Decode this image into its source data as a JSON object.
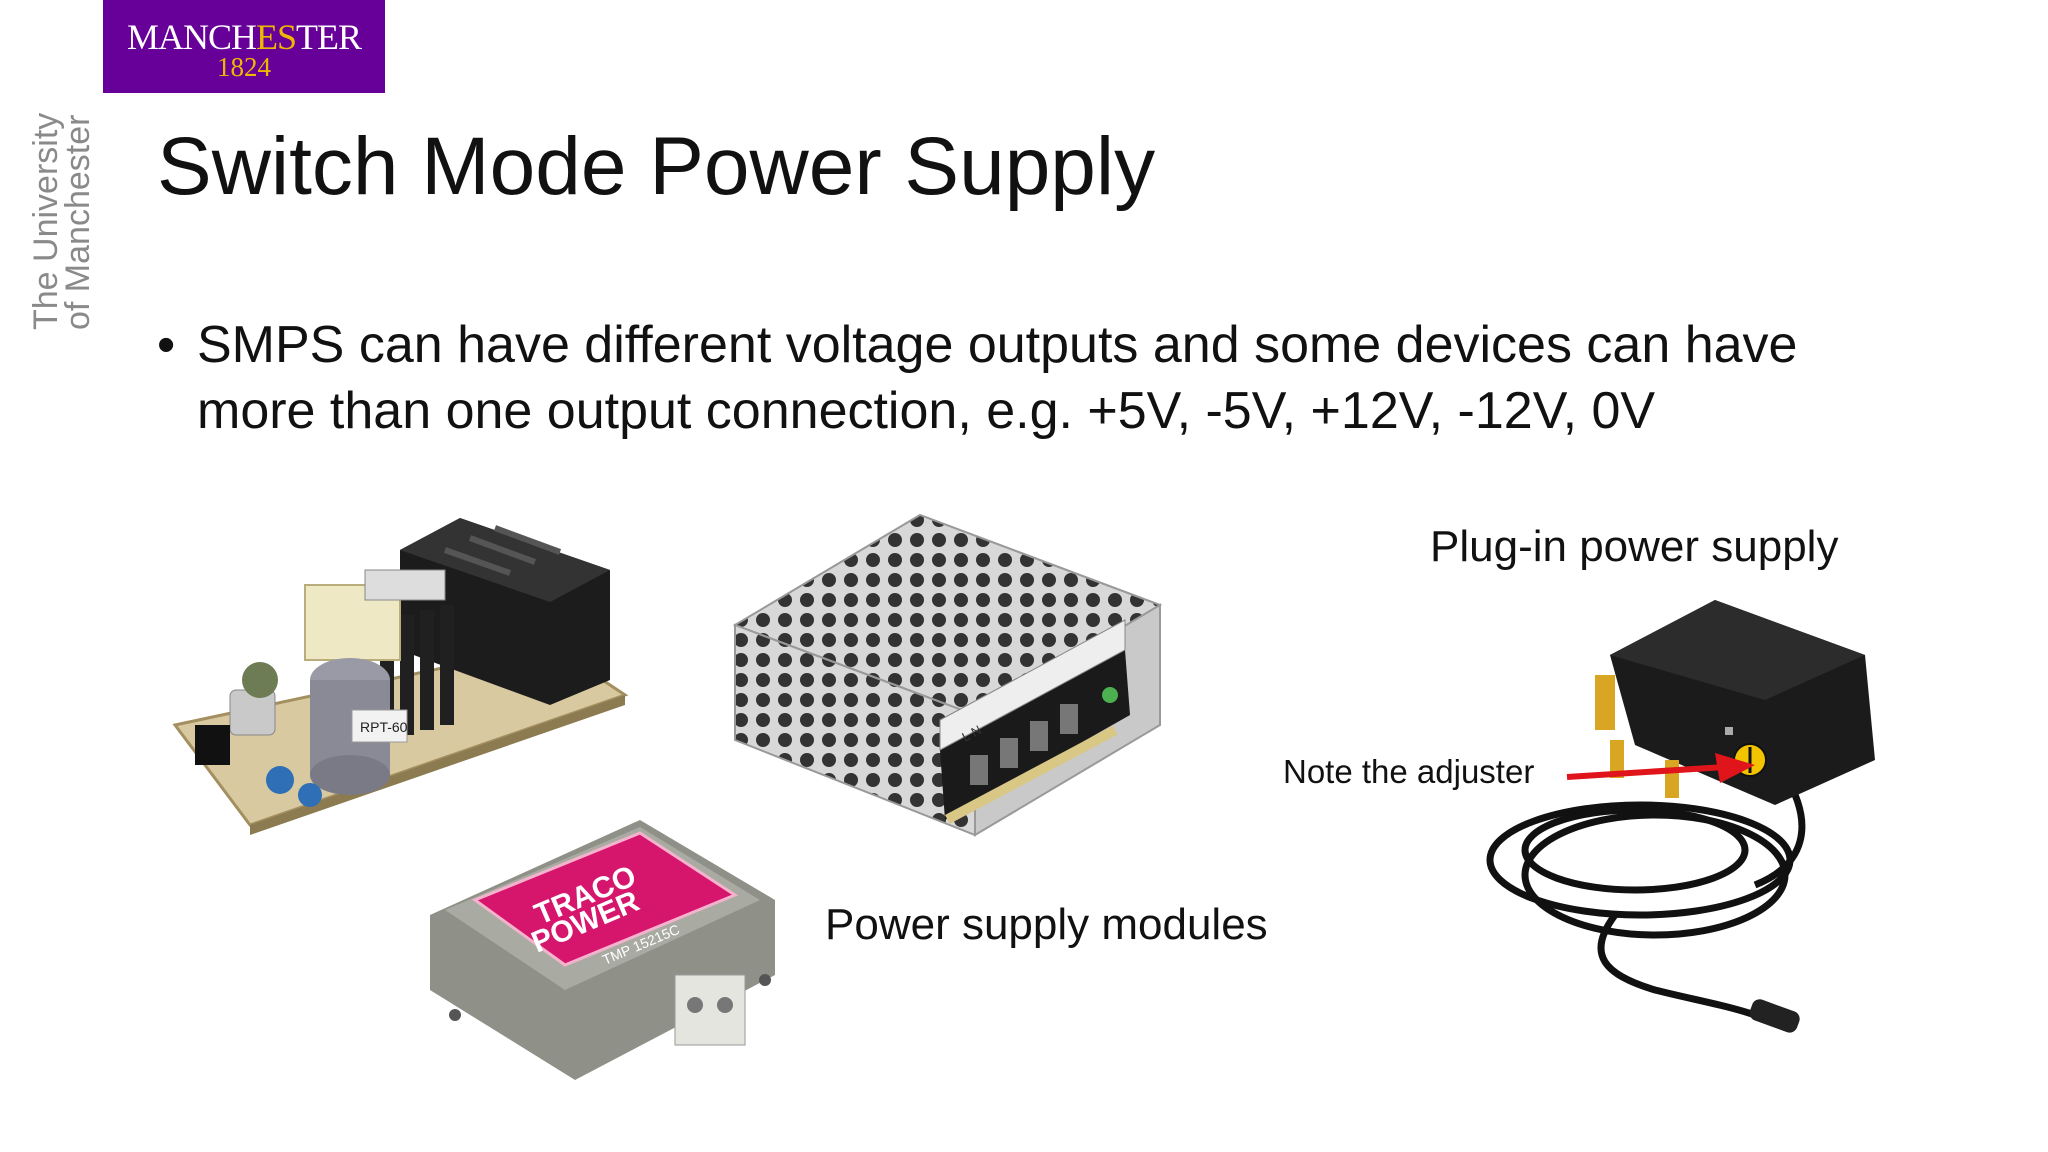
{
  "logo": {
    "word_start": "MANCH",
    "word_accent": "ES",
    "word_end": "TER",
    "year": "1824"
  },
  "side_label": {
    "line1": "The University",
    "line2": "of Manchester"
  },
  "slide": {
    "title": "Switch Mode Power Supply",
    "bullet": "SMPS can have different voltage outputs and some devices can have more than one output connection, e.g. +5V, -5V, +12V, -12V, 0V"
  },
  "images": {
    "open_frame_psu": {
      "label": "RPT-60",
      "icon": "open-frame-psu-board"
    },
    "enclosed_psu": {
      "label": "L N",
      "icon": "mesh-enclosed-psu"
    },
    "traco_module": {
      "brand_line1": "TRACO",
      "brand_line2": "POWER",
      "model": "TMP 15215C",
      "icon": "traco-power-module"
    },
    "plug_in_adapter": {
      "icon": "plug-in-adapter"
    }
  },
  "captions": {
    "modules": "Power supply modules",
    "plug_in": "Plug-in power supply",
    "adjuster_note": "Note the adjuster"
  },
  "colors": {
    "brand_purple": "#660099",
    "brand_gold": "#f0b700",
    "traco_pink": "#d6156c",
    "arrow_red": "#e0151b"
  }
}
